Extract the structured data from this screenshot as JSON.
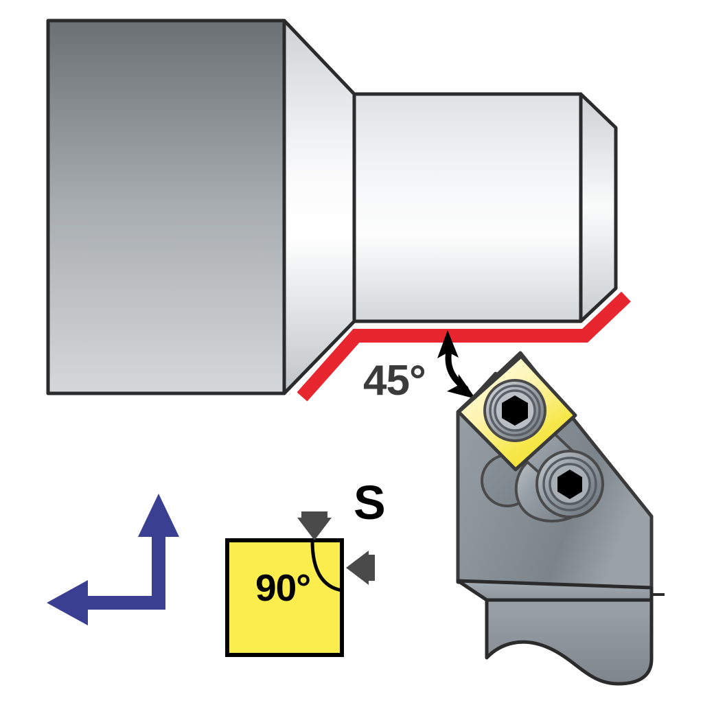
{
  "diagram": {
    "title": "Lathe turning tool application diagram",
    "type": "technical-machining-illustration"
  },
  "labels": {
    "lead_angle": "45°",
    "insert_corner_angle": "90°",
    "insert_shape_code": "S"
  },
  "colors": {
    "cut_path_red": "#e8262f",
    "feed_arrow_blue": "#3a3f91",
    "insert_yellow": "#fbed4e",
    "holder_gray": "#8b949c",
    "outline_black": "#2b2b2b",
    "label_gray": "#3b3b3b",
    "arrow_dark_gray": "#4a4a4a",
    "workpiece_dark": "#6e7276",
    "workpiece_light": "#f2f3f4"
  },
  "parts": {
    "workpiece": "workpiece-cylinder",
    "workpiece_large_diameter": "large-diameter-section",
    "workpiece_chamfer": "chamfer-taper-section",
    "workpiece_small_diameter": "small-diameter-section",
    "workpiece_end_face": "end-face-chamfered",
    "cut_path": "red-cut-path-profile",
    "tool_holder": "tool-holder-head",
    "tool_shank": "tool-holder-shank",
    "insert": "square-carbide-insert",
    "clamp_arm": "lever-clamp-arm",
    "screw_upper": "insert-hex-screw",
    "screw_lower": "clamp-hex-screw",
    "seat_pocket": "insert-seat-pocket",
    "feed_arrows": "feed-direction-arrows",
    "insert_key": "insert-geometry-key"
  },
  "annotations": {
    "angle_arrow": "double-headed-curved-arrow",
    "corner_arrow_top": "down-pointing-arrow",
    "corner_arrow_right": "left-pointing-arrow",
    "corner_arc": "insert-corner-radius-arc"
  },
  "feed_arrows": {
    "vertical": "arrow-up-axial-feed",
    "horizontal": "arrow-left-radial-feed"
  }
}
